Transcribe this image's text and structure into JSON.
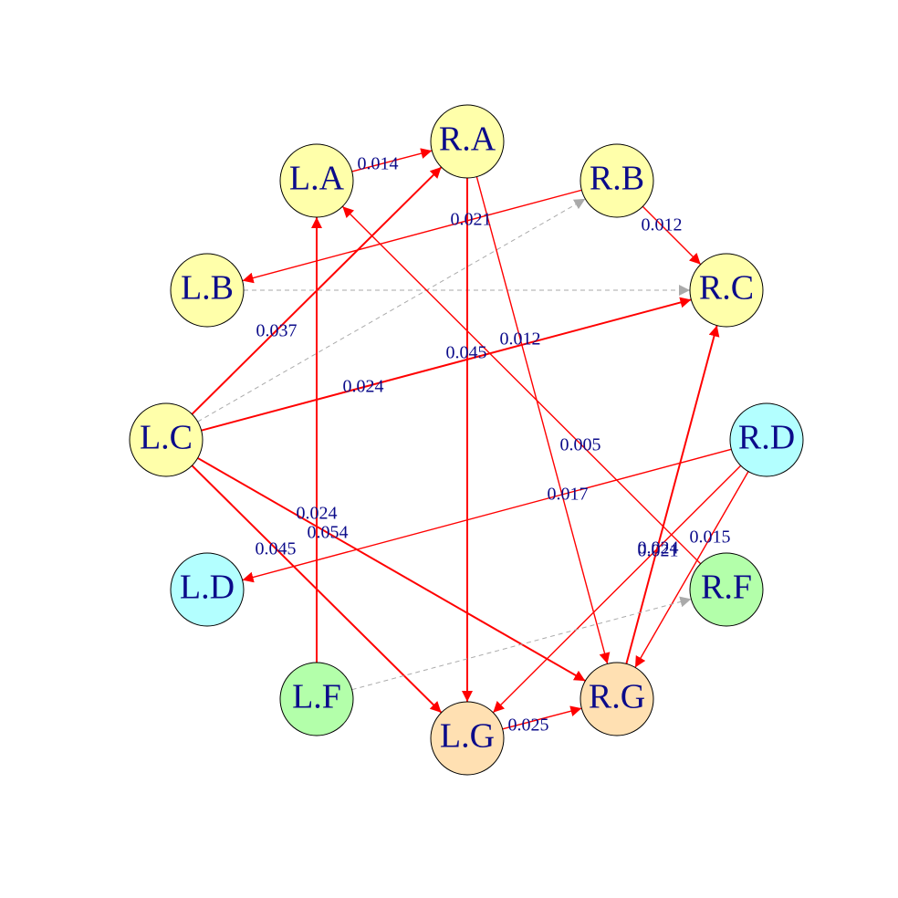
{
  "colors": {
    "yellow": "#FFFFAA",
    "cyan": "#B3FFFF",
    "green": "#B3FFAA",
    "peach": "#FFE0B2",
    "sig_edge": "#FF0000",
    "nonsig_edge": "#AAAAAA",
    "label_text": "#0B0B8A",
    "node_border": "#000000"
  },
  "nodes": [
    {
      "id": "LA",
      "label": "L.A",
      "color": "yellow"
    },
    {
      "id": "RA",
      "label": "R.A",
      "color": "yellow"
    },
    {
      "id": "RB",
      "label": "R.B",
      "color": "yellow"
    },
    {
      "id": "LB",
      "label": "L.B",
      "color": "yellow"
    },
    {
      "id": "RC",
      "label": "R.C",
      "color": "yellow"
    },
    {
      "id": "LC",
      "label": "L.C",
      "color": "yellow"
    },
    {
      "id": "RD",
      "label": "R.D",
      "color": "cyan"
    },
    {
      "id": "LD",
      "label": "L.D",
      "color": "cyan"
    },
    {
      "id": "RF",
      "label": "R.F",
      "color": "green"
    },
    {
      "id": "LF",
      "label": "L.F",
      "color": "green"
    },
    {
      "id": "RG",
      "label": "R.G",
      "color": "peach"
    },
    {
      "id": "LG",
      "label": "L.G",
      "color": "peach"
    }
  ],
  "edges": [
    {
      "from": "LA",
      "to": "RA",
      "label": "0.014",
      "style": "sig"
    },
    {
      "from": "RB",
      "to": "LB",
      "label": "0.021",
      "style": "sig"
    },
    {
      "from": "RB",
      "to": "RC",
      "label": "0.012",
      "style": "sig"
    },
    {
      "from": "LB",
      "to": "RC",
      "label": "",
      "style": "nonsig"
    },
    {
      "from": "LC",
      "to": "RA",
      "label": "0.037",
      "style": "sig"
    },
    {
      "from": "LC",
      "to": "RB",
      "label": "",
      "style": "nonsig"
    },
    {
      "from": "LC",
      "to": "RC",
      "label": "0.024",
      "style": "sig"
    },
    {
      "from": "RA",
      "to": "LG",
      "label": "0.045",
      "style": "sig"
    },
    {
      "from": "RA",
      "to": "RG",
      "label": "0.012",
      "style": "sig"
    },
    {
      "from": "RF",
      "to": "LA",
      "label": "0.005",
      "style": "sig"
    },
    {
      "from": "RD",
      "to": "LD",
      "label": "0.017",
      "style": "sig"
    },
    {
      "from": "LC",
      "to": "RG",
      "label": "0.024",
      "style": "sig"
    },
    {
      "from": "LC",
      "to": "LG",
      "label": "0.054",
      "style": "sig"
    },
    {
      "from": "LF",
      "to": "LA",
      "label": "0.045",
      "style": "sig"
    },
    {
      "from": "RD",
      "to": "LG",
      "label": "0.021",
      "style": "sig"
    },
    {
      "from": "RG",
      "to": "RC",
      "label": "0.024",
      "style": "sig"
    },
    {
      "from": "RD",
      "to": "RG",
      "label": "0.015",
      "style": "sig"
    },
    {
      "from": "LF",
      "to": "RF",
      "label": "",
      "style": "nonsig"
    },
    {
      "from": "LG",
      "to": "RG",
      "label": "0.025",
      "style": "sig"
    }
  ]
}
